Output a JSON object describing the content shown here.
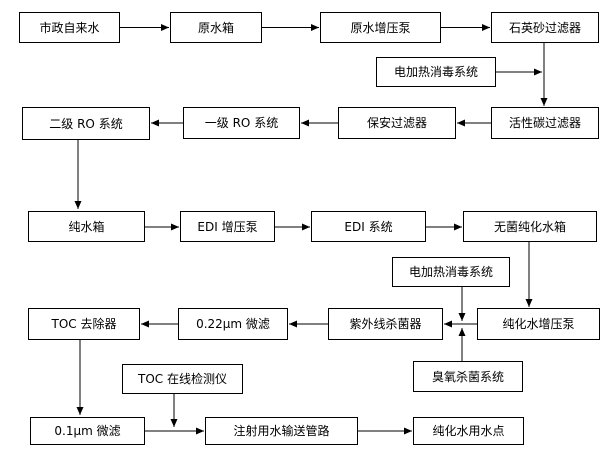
{
  "diagram": {
    "type": "flowchart",
    "background_color": "#ffffff",
    "box_border_color": "#000000",
    "text_color": "#000000",
    "arrow_color": "#000000",
    "nodes": {
      "municipal_water": {
        "label": "市政自来水"
      },
      "raw_water_tank": {
        "label": "原水箱"
      },
      "raw_water_pump": {
        "label": "原水增压泵"
      },
      "quartz_sand_filter": {
        "label": "石英砂过滤器"
      },
      "electric_heat_disinfection_1": {
        "label": "电加热消毒系统"
      },
      "ro_stage2": {
        "label": "二级 RO 系统"
      },
      "ro_stage1": {
        "label": "一级 RO 系统"
      },
      "security_filter": {
        "label": "保安过滤器"
      },
      "activated_carbon_filter": {
        "label": "活性碳过滤器"
      },
      "pure_water_tank": {
        "label": "纯水箱"
      },
      "edi_booster_pump": {
        "label": "EDI 增压泵"
      },
      "edi_system": {
        "label": "EDI 系统"
      },
      "sterile_purified_tank": {
        "label": "无菌纯化水箱"
      },
      "electric_heat_disinfection_2": {
        "label": "电加热消毒系统"
      },
      "toc_remover": {
        "label": "TOC 去除器"
      },
      "micron_022_filter": {
        "label": "0.22μm 微滤"
      },
      "uv_sterilizer": {
        "label": "紫外线杀菌器"
      },
      "purified_water_pump": {
        "label": "纯化水增压泵"
      },
      "ozone_sterilization": {
        "label": "臭氧杀菌系统"
      },
      "toc_online_detector": {
        "label": "TOC 在线检测仪"
      },
      "micron_01_filter": {
        "label": "0.1μm 微滤"
      },
      "wfi_pipeline": {
        "label": "注射用水输送管路"
      },
      "purified_use_point": {
        "label": "纯化水用水点"
      }
    },
    "edges": [
      {
        "from": "municipal_water",
        "to": "raw_water_tank"
      },
      {
        "from": "raw_water_tank",
        "to": "raw_water_pump"
      },
      {
        "from": "raw_water_pump",
        "to": "quartz_sand_filter"
      },
      {
        "from": "quartz_sand_filter",
        "to": "activated_carbon_filter"
      },
      {
        "from": "electric_heat_disinfection_1",
        "to": "activated_carbon_filter",
        "note": "joins vertical line between quartz sand filter and activated carbon filter"
      },
      {
        "from": "activated_carbon_filter",
        "to": "security_filter"
      },
      {
        "from": "security_filter",
        "to": "ro_stage1"
      },
      {
        "from": "ro_stage1",
        "to": "ro_stage2"
      },
      {
        "from": "ro_stage2",
        "to": "pure_water_tank"
      },
      {
        "from": "pure_water_tank",
        "to": "edi_booster_pump"
      },
      {
        "from": "edi_booster_pump",
        "to": "edi_system"
      },
      {
        "from": "edi_system",
        "to": "sterile_purified_tank"
      },
      {
        "from": "sterile_purified_tank",
        "to": "purified_water_pump"
      },
      {
        "from": "electric_heat_disinfection_2",
        "to": "uv_sterilizer",
        "note": "arrow down onto line between purified water pump and uv sterilizer"
      },
      {
        "from": "ozone_sterilization",
        "to": "uv_sterilizer",
        "note": "arrow up onto line between purified water pump and uv sterilizer"
      },
      {
        "from": "purified_water_pump",
        "to": "uv_sterilizer"
      },
      {
        "from": "uv_sterilizer",
        "to": "micron_022_filter"
      },
      {
        "from": "micron_022_filter",
        "to": "toc_remover"
      },
      {
        "from": "toc_remover",
        "to": "micron_01_filter"
      },
      {
        "from": "toc_online_detector",
        "to": "wfi_pipeline",
        "note": "arrow down onto line between 0.1μm filter and WFI pipeline"
      },
      {
        "from": "micron_01_filter",
        "to": "wfi_pipeline"
      },
      {
        "from": "wfi_pipeline",
        "to": "purified_use_point"
      }
    ]
  }
}
